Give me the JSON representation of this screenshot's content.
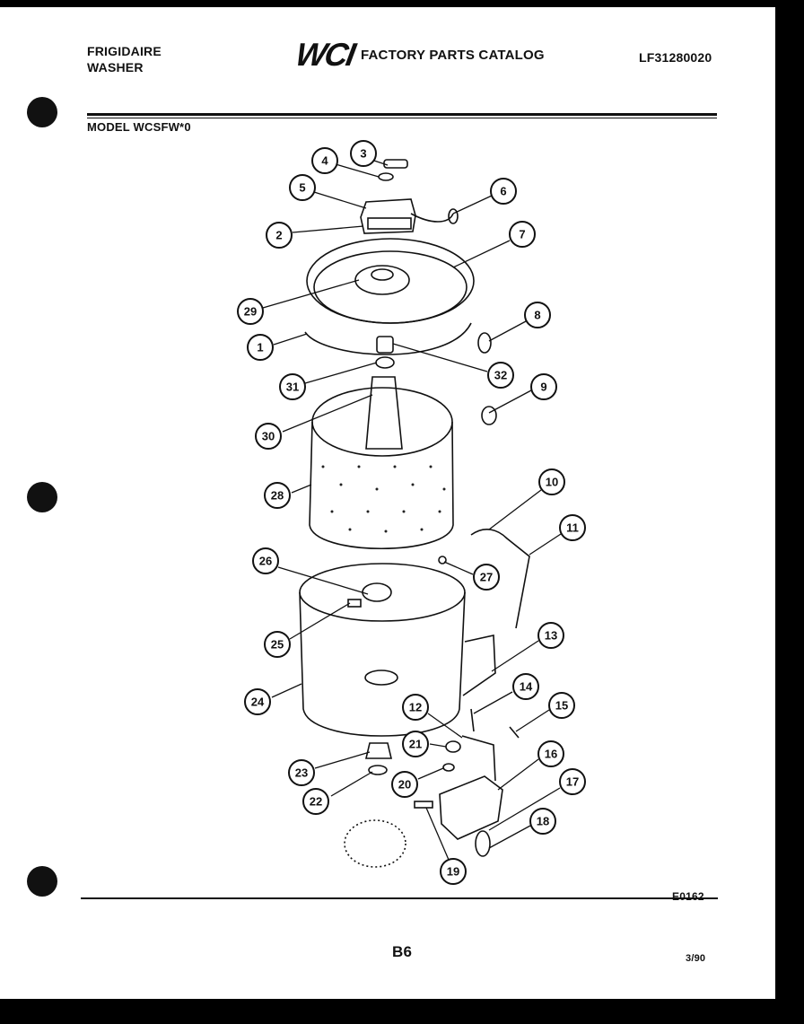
{
  "header": {
    "brand_line1": "FRIGIDAIRE",
    "brand_line2": "WASHER",
    "logo": "WCI",
    "catalog_title": "FACTORY PARTS CATALOG",
    "part_number": "LF31280020",
    "model": "MODEL WCSFW*0"
  },
  "footer": {
    "diagram_code": "E0162",
    "page": "B6",
    "date": "3/90"
  },
  "callouts": [
    {
      "id": "c3",
      "label": "3"
    },
    {
      "id": "c4",
      "label": "4"
    },
    {
      "id": "c5",
      "label": "5"
    },
    {
      "id": "c6",
      "label": "6"
    },
    {
      "id": "c2",
      "label": "2"
    },
    {
      "id": "c7",
      "label": "7"
    },
    {
      "id": "c29",
      "label": "29"
    },
    {
      "id": "c8",
      "label": "8"
    },
    {
      "id": "c1",
      "label": "1"
    },
    {
      "id": "c32",
      "label": "32"
    },
    {
      "id": "c31",
      "label": "31"
    },
    {
      "id": "c9",
      "label": "9"
    },
    {
      "id": "c30",
      "label": "30"
    },
    {
      "id": "c28",
      "label": "28"
    },
    {
      "id": "c10",
      "label": "10"
    },
    {
      "id": "c11",
      "label": "11"
    },
    {
      "id": "c26",
      "label": "26"
    },
    {
      "id": "c27",
      "label": "27"
    },
    {
      "id": "c25",
      "label": "25"
    },
    {
      "id": "c13",
      "label": "13"
    },
    {
      "id": "c24",
      "label": "24"
    },
    {
      "id": "c14",
      "label": "14"
    },
    {
      "id": "c12",
      "label": "12"
    },
    {
      "id": "c15",
      "label": "15"
    },
    {
      "id": "c21",
      "label": "21"
    },
    {
      "id": "c16",
      "label": "16"
    },
    {
      "id": "c23",
      "label": "23"
    },
    {
      "id": "c17",
      "label": "17"
    },
    {
      "id": "c20",
      "label": "20"
    },
    {
      "id": "c22",
      "label": "22"
    },
    {
      "id": "c18",
      "label": "18"
    },
    {
      "id": "c19",
      "label": "19"
    }
  ]
}
